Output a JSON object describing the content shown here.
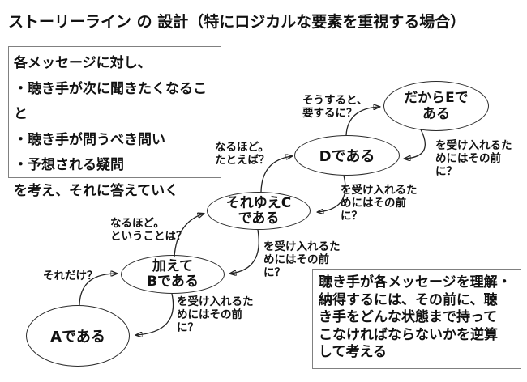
{
  "title": "ストーリーライン の 設計（特にロジカルな要素を重視する場合）",
  "left_box": {
    "text": "各メッセージに対し、\n・聴き手が次に聞きたくなること\n・聴き手が問うべき問い\n・予想される疑問\nを考え、それに答えていく"
  },
  "right_box": {
    "text": "聴き手が各メッセージを理解・\n納得するには、その前に、聴\nき手をどんな状態まで持って\nこなければならないかを逆算\nして考える"
  },
  "nodes": [
    {
      "id": "A",
      "label": "Aである"
    },
    {
      "id": "B",
      "label": "加えて\nBである"
    },
    {
      "id": "C",
      "label": "それゆえC\nである"
    },
    {
      "id": "D",
      "label": "Dである"
    },
    {
      "id": "E",
      "label": "だからEで\nある"
    }
  ],
  "labels": {
    "a_to_b": "それだけ？",
    "b_to_c": "なるほど。\nということは？",
    "c_to_d": "なるほど。\nたとえば？",
    "d_to_e": "そうすると、\n要するに？",
    "accept": "を受け入れるた\nめにはその前\nに？"
  },
  "colors": {
    "text": "#111111",
    "box_border": "#808080",
    "node_border": "#2b2b2b",
    "arrow": "#222222",
    "background": "#ffffff"
  }
}
